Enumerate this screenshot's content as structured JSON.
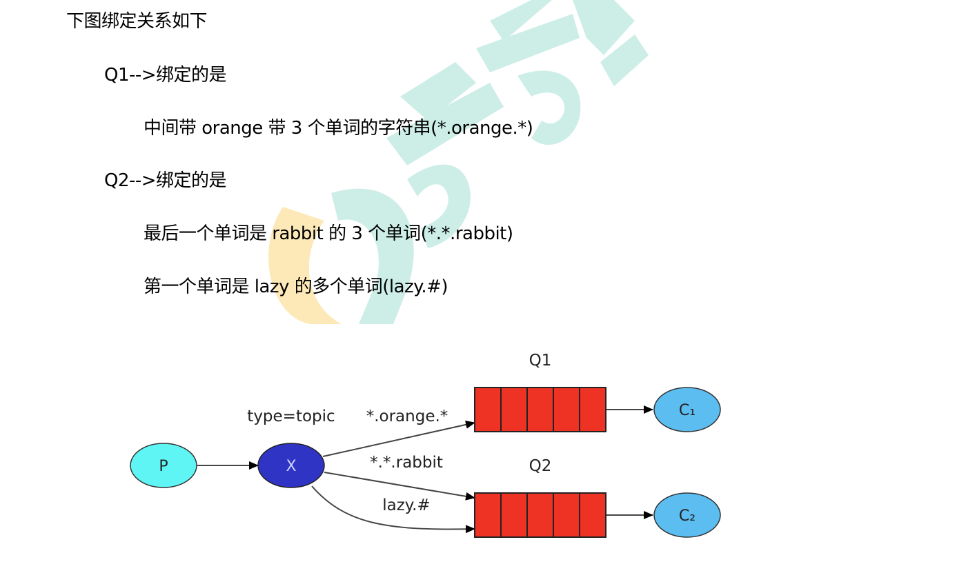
{
  "text": {
    "intro": "下图绑定关系如下",
    "q1_heading": "Q1-->绑定的是",
    "q1_rule": "中间带 orange 带 3 个单词的字符串(*.orange.*)",
    "q2_heading": "Q2-->绑定的是",
    "q2_rule1": "最后一个单词是 rabbit 的 3 个单词(*.*.rabbit)",
    "q2_rule2": "第一个单词是 lazy 的多个单词(lazy.#)"
  },
  "diagram": {
    "producer": "P",
    "exchange": "X",
    "exchange_type": "type=topic",
    "queue1": "Q1",
    "queue2": "Q2",
    "consumer1": "C₁",
    "consumer2": "C₂",
    "binding_orange": "*.orange.*",
    "binding_rabbit": "*.*.rabbit",
    "binding_lazy": "lazy.#"
  },
  "colors": {
    "producer_fill": "#5ff5f5",
    "exchange_fill": "#2f34c4",
    "queue_fill": "#ee3224",
    "consumer_fill": "#5cbdf0",
    "watermark_teal": "#cdeee6",
    "watermark_yellow": "#fde9b8"
  }
}
